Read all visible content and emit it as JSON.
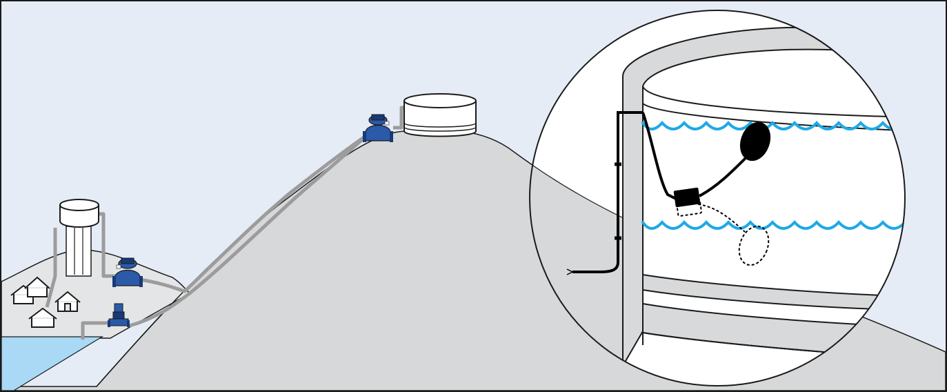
{
  "figure": {
    "kind": "water-distribution-illustration",
    "text_labels": [],
    "colors": {
      "sky": "#e6ecf6",
      "frame": "#1a1a1a",
      "mountain": "#d7d8da",
      "hill": "#e4e5e6",
      "water_body": "#a9d9f5",
      "pipe": "#9c9c9c",
      "valve": "#2a5aa8",
      "valve_dark": "#173a78",
      "tank": "#ffffff",
      "tank_wall": "#d8d9da",
      "water_wave": "#1ea9e6",
      "float_switch": "#000000",
      "lens": "#ffffff"
    }
  },
  "scene": {
    "houses": 4,
    "water_tower": {
      "legs": 3
    },
    "control_valves": [
      "valve-hill",
      "valve-summit"
    ],
    "pump": "vertical-inline-pump",
    "summit_tank": "cylindrical-reservoir"
  },
  "detail_view": {
    "subject": "float-level-switch-inside-reservoir",
    "float_states": [
      "high-level",
      "low-level"
    ],
    "cable": "float-switch-cable"
  }
}
